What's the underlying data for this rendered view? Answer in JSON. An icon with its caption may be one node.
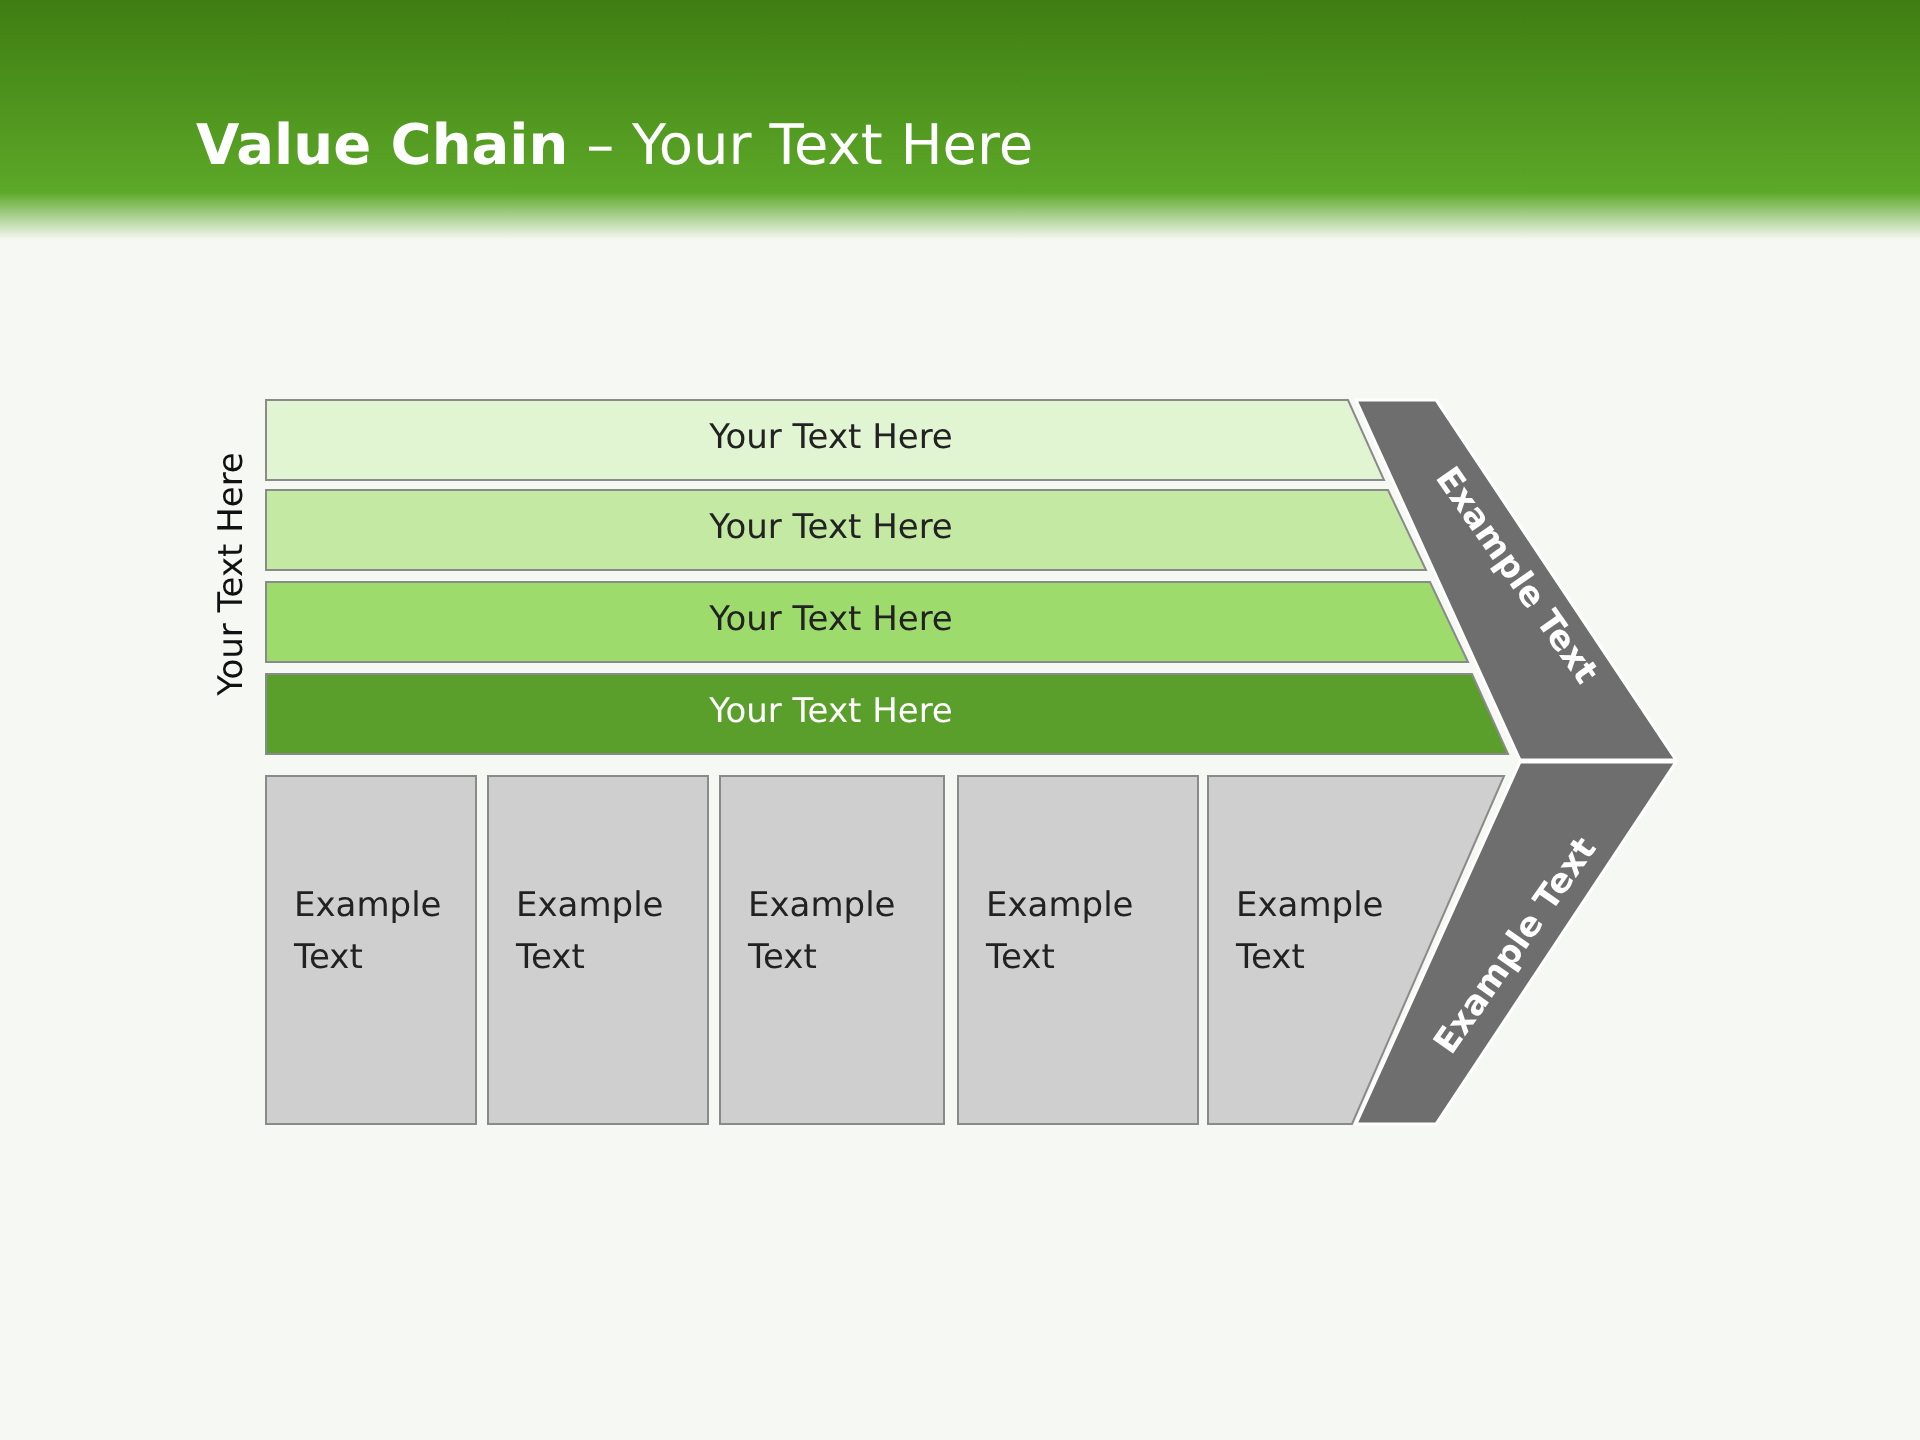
{
  "diagram": {
    "title": "**Value Chain** – Your Text Here",
    "nodes": [
      {
        "text": [
          "Your Text Here"
        ]
      },
      {
        "text": [
          "Your Text Here"
        ]
      },
      {
        "text": [
          "Your Text Here"
        ]
      },
      {
        "text": [
          "Your Text Here"
        ]
      },
      {
        "text": [
          "Example Text"
        ]
      },
      {
        "text": [
          "Example Text"
        ]
      },
      {
        "text": [
          "Example Text"
        ]
      },
      {
        "text": [
          "Example Text"
        ]
      },
      {
        "text": [
          "Example Text"
        ]
      },
      {
        "text": [
          "Example Text"
        ]
      },
      {
        "text": [
          "Example Text"
        ]
      }
    ],
    "edges": [],
    "labels": [
      "Your Text Here"
    ]
  }
}
